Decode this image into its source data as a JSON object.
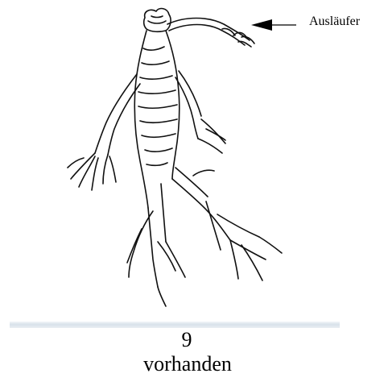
{
  "annotation": {
    "label": "Ausläufer"
  },
  "caption": {
    "number": "9",
    "text": "vorhanden"
  }
}
